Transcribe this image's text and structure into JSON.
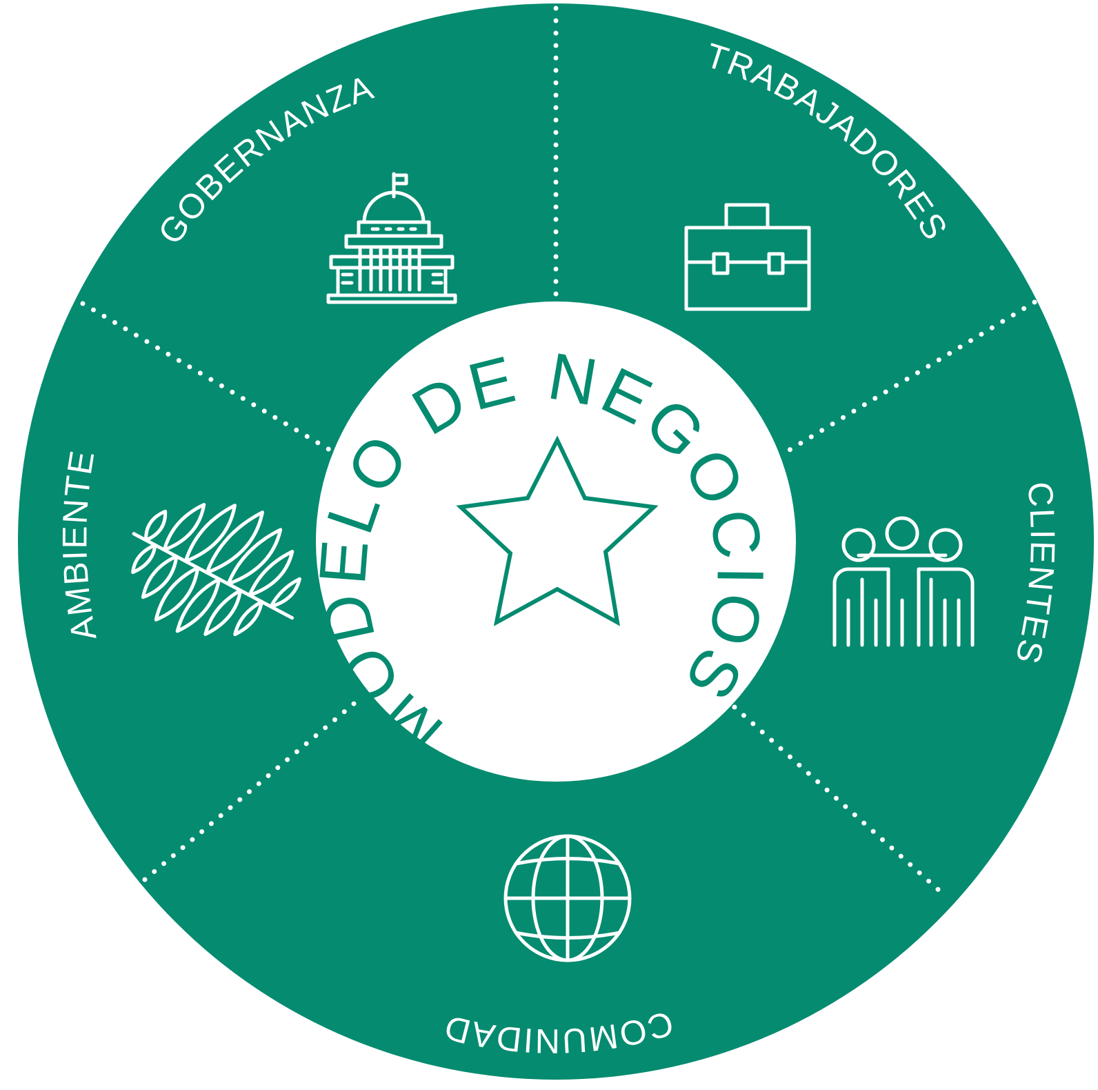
{
  "colors": {
    "ring": "#058b70",
    "center": "#ffffff",
    "icons": "#ffffff",
    "center_text": "#058b70"
  },
  "center": {
    "title": "MODELO DE NEGOCIOS",
    "icon": "star-icon"
  },
  "segments": [
    {
      "label": "GOBERNANZA",
      "icon": "capitol-building-icon"
    },
    {
      "label": "TRABAJADORES",
      "icon": "briefcase-icon"
    },
    {
      "label": "CLIENTES",
      "icon": "people-group-icon"
    },
    {
      "label": "COMUNIDAD",
      "icon": "globe-icon"
    },
    {
      "label": "AMBIENTE",
      "icon": "leaf-branch-icon"
    }
  ]
}
